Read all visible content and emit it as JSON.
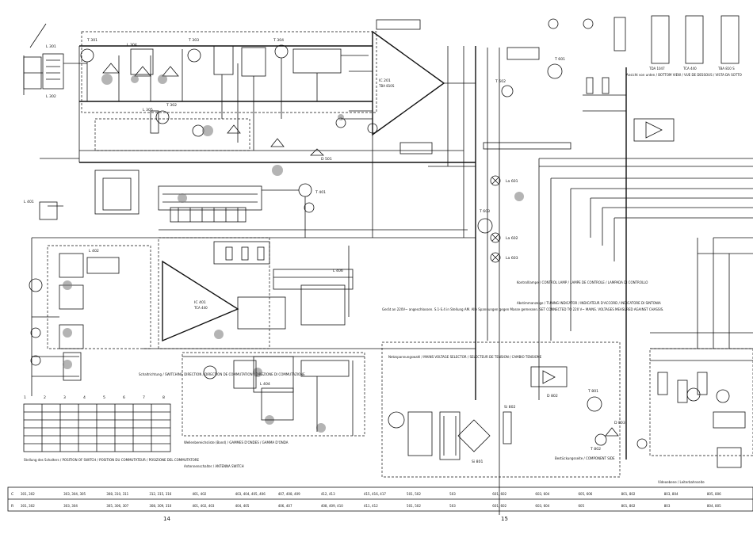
{
  "page_numbers": [
    "14",
    "15"
  ],
  "ic_packages": [
    "TDA 1047",
    "TCA 440",
    "TBA 810 S"
  ],
  "bottom_view_note": "Ansicht von unten / BOTTOM VIEW / VUE DE DESSOUS / VISTA DA SOTTO",
  "components": {
    "transistors": [
      "T 301",
      "T 302",
      "T 303",
      "T 304",
      "T 401",
      "T 601",
      "T 602",
      "T 603",
      "T 801",
      "T 802"
    ],
    "inductors": [
      "L 301",
      "L 302",
      "L 304",
      "L 305",
      "L 401",
      "L 402",
      "L 404",
      "L 406"
    ],
    "ics": [
      "IC 201",
      "IC 401"
    ],
    "ic_labels": [
      "TBA 810S",
      "TCA 440"
    ],
    "lamps": [
      "La 601",
      "La 602",
      "La 603"
    ],
    "diodes": [
      "D 501",
      "D 802",
      "D 803"
    ],
    "fuses": [
      "Si 801",
      "Si 802"
    ]
  },
  "texts": {
    "switching_direction": "Schaltrichtung / SWITCHING DIRECTION / DIRECTION DE COMMUTATION / DIREZIONE DI COMMUTAZIONE",
    "wave_band_list": "Wellenbereichsliste (Band) / GAMMES D'ONDES / GAMMA D'ONDA",
    "antenna_note": "Antennenschalter / ANTENNA SWITCH",
    "control_lamps": "Kontrolllampe / CONTROL LAMP / LAMPE DE CONTROLE / LAMPADA DI CONTROLLO",
    "tuning_note": "Abstimmanzeige / TUNING INDICATOR / INDICATEUR D'ACCORD / INDICATORE DI SINTONIA",
    "mains_section": "Netzspannungswahl / MAINS VOLTAGE SELECTOR / SELECTEUR DE TENSION / CAMBIO TENSIONE",
    "note_block": "Gerät an 220V~ angeschlossen. S.1-S.4 in Stellung AM. Alle Spannungen gegen Masse gemessen. SET CONNECTED TO 220 V~ MAINS. VOLTAGES MEASURED AGAINST CHASSIS.",
    "switch_positions": "Stellung des Schalters / POSITION OF SWITCH / POSITION DU COMMUTATEUR / POSIZIONE DEL COMMUTATORE",
    "bottom_legend_left": "Bestückungsseite / COMPONENT SIDE",
    "bottom_legend_right": "Videoebene / Leiterbahnseite"
  },
  "strip_rows": [
    [
      "C",
      "301, 302",
      "303, 304, 305",
      "308, 310, 311",
      "312, 315, 316",
      "401, 402",
      "403, 404, 405, 406",
      "407, 408, 409",
      "412, 413",
      "415, 416, 417",
      "501, 502",
      "503",
      "601, 602",
      "603, 604",
      "605, 606",
      "801, 802",
      "803, 804",
      "805, 806"
    ],
    [
      "R",
      "301, 302",
      "303, 304",
      "305, 306, 307",
      "308, 309, 310",
      "401, 402, 403",
      "404, 405",
      "406, 407",
      "408, 409, 410",
      "411, 412",
      "501, 502",
      "503",
      "601, 602",
      "603, 604",
      "605",
      "801, 802",
      "803",
      "804, 805"
    ]
  ],
  "strip_row_letters": [
    "C",
    "R"
  ],
  "tables": {
    "switch_grid_header": [
      "1",
      "2",
      "3",
      "4",
      "5",
      "6",
      "7",
      "8"
    ],
    "switch_grid_rows": 6
  },
  "colors": {
    "ink": "#111111",
    "paper": "#ffffff",
    "shade": "#777777"
  }
}
